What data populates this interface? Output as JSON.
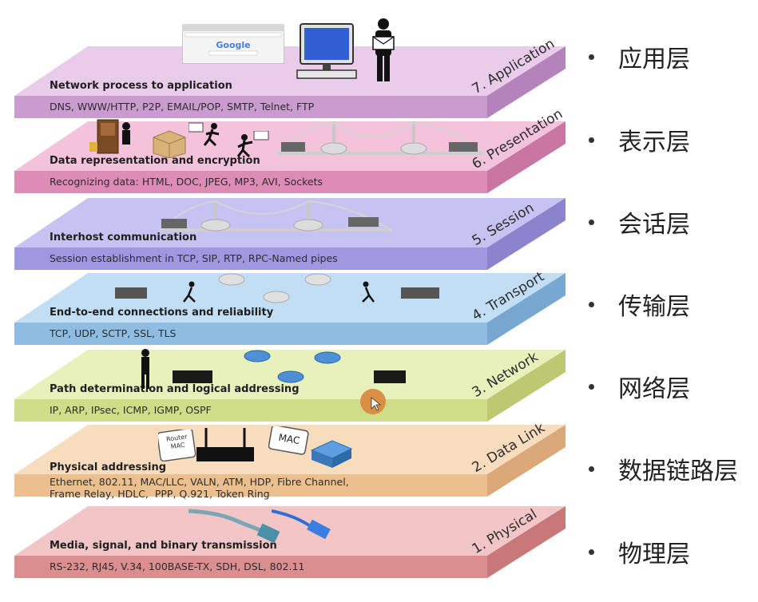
{
  "layers": [
    {
      "number_name": "7. Application",
      "title": "Network process to application",
      "protocols": "DNS, WWW/HTTP, P2P, EMAIL/POP, SMTP, Telnet, FTP",
      "colors": {
        "top": "#e9cbea",
        "front": "#c99bcf",
        "side": "#b583bc"
      }
    },
    {
      "number_name": "6. Presentation",
      "title": "Data representation and encryption",
      "protocols": "Recognizing data: HTML, DOC, JPEG, MP3, AVI, Sockets",
      "colors": {
        "top": "#f3c3dc",
        "front": "#dc8cb5",
        "side": "#c977a2"
      }
    },
    {
      "number_name": "5. Session",
      "title": "Interhost communication",
      "protocols": "Session establishment in TCP, SIP, RTP, RPC-Named pipes",
      "colors": {
        "top": "#c6c3f2",
        "front": "#9e98e0",
        "side": "#8a84cf"
      }
    },
    {
      "number_name": "4. Transport",
      "title": "End-to-end connections and reliability",
      "protocols": "TCP, UDP, SCTP, SSL, TLS",
      "colors": {
        "top": "#c2def4",
        "front": "#8fbde2",
        "side": "#78a8d1"
      }
    },
    {
      "number_name": "3. Network",
      "title": "Path determination and logical addressing",
      "protocols": "IP, ARP, IPsec, ICMP, IGMP, OSPF",
      "colors": {
        "top": "#e8f0bc",
        "front": "#cfdc88",
        "side": "#bcc972"
      }
    },
    {
      "number_name": "2. Data Link",
      "title": "Physical addressing",
      "protocols": "Ethernet, 802.11, MAC/LLC, VALN, ATM, HDP, Fibre Channel,\nFrame Relay, HDLC,  PPP, Q.921, Token Ring",
      "colors": {
        "top": "#f8dcbe",
        "front": "#ecbf8e",
        "side": "#daa977"
      }
    },
    {
      "number_name": "1. Physical",
      "title": "Media, signal, and binary transmission",
      "protocols": "RS-232, RJ45, V.34, 100BASE-TX, SDH, DSL, 802.11",
      "colors": {
        "top": "#f2c6c6",
        "front": "#db8e8e",
        "side": "#c87878"
      }
    }
  ],
  "legend": [
    {
      "label": "应用层"
    },
    {
      "label": "表示层"
    },
    {
      "label": "会话层"
    },
    {
      "label": "传输层"
    },
    {
      "label": "网络层"
    },
    {
      "label": "数据链路层"
    },
    {
      "label": "物理层"
    }
  ],
  "illustrations": {
    "browser_logo_text": "Google",
    "router_mac_tag": "Router\nMAC",
    "mac_tag": "MAC"
  }
}
